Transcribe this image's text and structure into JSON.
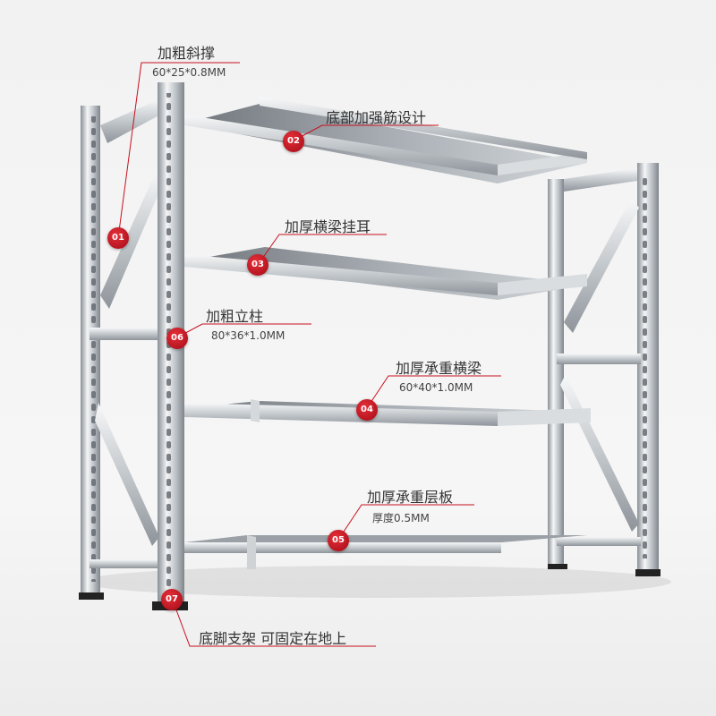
{
  "callouts": [
    {
      "num": "01",
      "title": "加粗斜撑",
      "spec": "60*25*0.8MM"
    },
    {
      "num": "02",
      "title": "底部加强筋设计",
      "spec": ""
    },
    {
      "num": "03",
      "title": "加厚横梁挂耳",
      "spec": ""
    },
    {
      "num": "04",
      "title": "加厚承重横梁",
      "spec": "60*40*1.0MM"
    },
    {
      "num": "05",
      "title": "加厚承重层板",
      "spec": "厚度0.5MM"
    },
    {
      "num": "06",
      "title": "加粗立柱",
      "spec": "80*36*1.0MM"
    },
    {
      "num": "07",
      "title": "底脚支架 可固定在地上",
      "spec": ""
    }
  ],
  "colors": {
    "badge": "#c8101e",
    "steel": "#bfc4c9",
    "line": "#c8101e"
  }
}
